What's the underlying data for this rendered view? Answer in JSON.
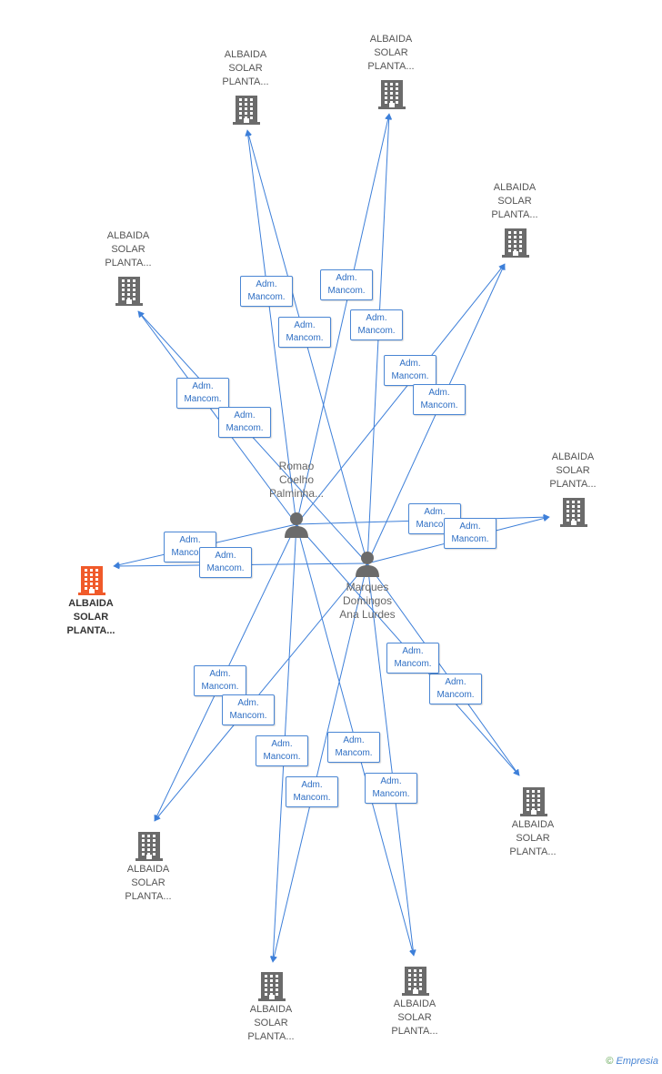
{
  "colors": {
    "edge": "#3d7fd9",
    "building": "#6b6b6b",
    "focus": "#f05a2a",
    "person": "#6b6b6b"
  },
  "relation_label_line1": "Adm.",
  "relation_label_line2": "Mancom.",
  "companies": [
    {
      "id": "c0",
      "label": "ALBAIDA\nSOLAR\nPLANTA...",
      "focus": true
    },
    {
      "id": "c1",
      "label": "ALBAIDA\nSOLAR\nPLANTA..."
    },
    {
      "id": "c2",
      "label": "ALBAIDA\nSOLAR\nPLANTA..."
    },
    {
      "id": "c3",
      "label": "ALBAIDA\nSOLAR\nPLANTA..."
    },
    {
      "id": "c4",
      "label": "ALBAIDA\nSOLAR\nPLANTA..."
    },
    {
      "id": "c5",
      "label": "ALBAIDA\nSOLAR\nPLANTA..."
    },
    {
      "id": "c6",
      "label": "ALBAIDA\nSOLAR\nPLANTA..."
    },
    {
      "id": "c7",
      "label": "ALBAIDA\nSOLAR\nPLANTA..."
    },
    {
      "id": "c8",
      "label": "ALBAIDA\nSOLAR\nPLANTA..."
    },
    {
      "id": "c9",
      "label": "ALBAIDA\nSOLAR\nPLANTA..."
    }
  ],
  "people": [
    {
      "id": "p1",
      "label": "Romao\nCoelho\nPalminha..."
    },
    {
      "id": "p2",
      "label": "Marques\nDomingos\nAna Lurdes"
    }
  ],
  "relations": [
    {
      "from": "p1",
      "to": "c0"
    },
    {
      "from": "p2",
      "to": "c0"
    },
    {
      "from": "p1",
      "to": "c1"
    },
    {
      "from": "p2",
      "to": "c1"
    },
    {
      "from": "p1",
      "to": "c2"
    },
    {
      "from": "p2",
      "to": "c2"
    },
    {
      "from": "p1",
      "to": "c3"
    },
    {
      "from": "p2",
      "to": "c3"
    },
    {
      "from": "p1",
      "to": "c4"
    },
    {
      "from": "p2",
      "to": "c4"
    },
    {
      "from": "p1",
      "to": "c5"
    },
    {
      "from": "p2",
      "to": "c5"
    },
    {
      "from": "p1",
      "to": "c6"
    },
    {
      "from": "p2",
      "to": "c6"
    },
    {
      "from": "p1",
      "to": "c7"
    },
    {
      "from": "p2",
      "to": "c7"
    },
    {
      "from": "p1",
      "to": "c8"
    },
    {
      "from": "p2",
      "to": "c8"
    },
    {
      "from": "p1",
      "to": "c9"
    },
    {
      "from": "p2",
      "to": "c9"
    }
  ],
  "footer": {
    "copyright": "©",
    "brand": "Empresia"
  }
}
